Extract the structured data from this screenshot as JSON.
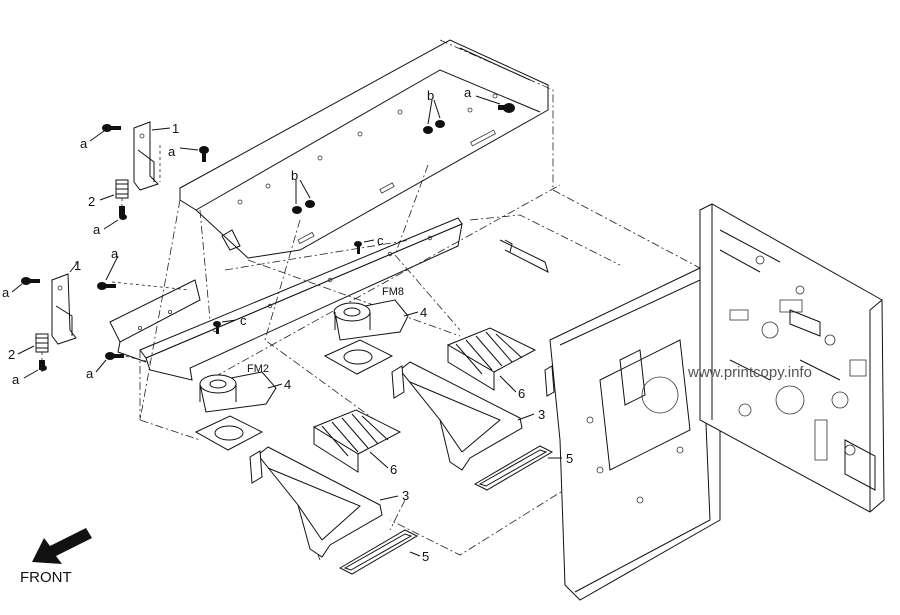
{
  "callouts": {
    "screw_a": "a",
    "screw_b": "b",
    "screw_c": "c",
    "part_1": "1",
    "part_2": "2",
    "part_3": "3",
    "part_4": "4",
    "part_5": "5",
    "part_6": "6",
    "fan_fm8": "FM8",
    "fan_fm2": "FM2"
  },
  "watermark": "www.printcopy.info",
  "direction_label": "FRONT"
}
